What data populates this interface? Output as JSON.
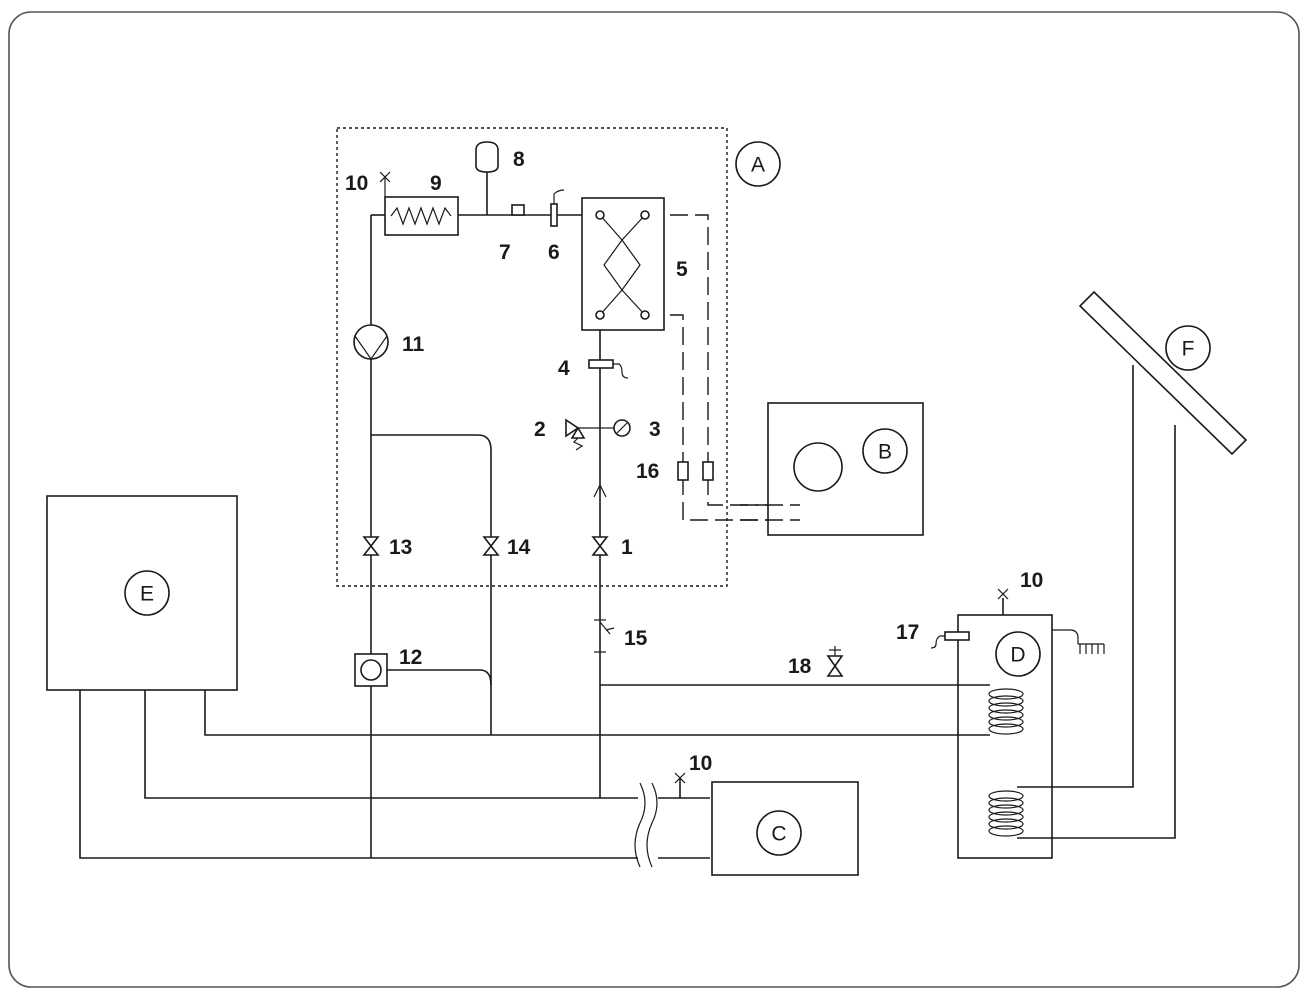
{
  "components": {
    "A": "A",
    "B": "B",
    "C": "C",
    "D": "D",
    "E": "E",
    "F": "F"
  },
  "callouts": {
    "n1": "1",
    "n2": "2",
    "n3": "3",
    "n4": "4",
    "n5": "5",
    "n6": "6",
    "n7": "7",
    "n8": "8",
    "n9": "9",
    "n10a": "10",
    "n10b": "10",
    "n10c": "10",
    "n11": "11",
    "n12": "12",
    "n13": "13",
    "n14": "14",
    "n15": "15",
    "n16": "16",
    "n17": "17",
    "n18": "18"
  }
}
